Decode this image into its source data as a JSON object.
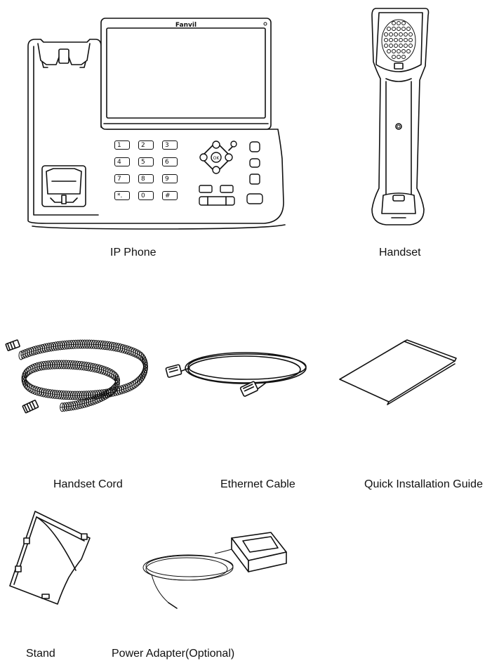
{
  "items": {
    "ip_phone": {
      "caption": "IP Phone",
      "brand": "Fanvil"
    },
    "handset": {
      "caption": "Handset"
    },
    "handset_cord": {
      "caption": "Handset Cord"
    },
    "ethernet_cable": {
      "caption": "Ethernet Cable"
    },
    "quick_guide": {
      "caption": "Quick Installation Guide"
    },
    "stand": {
      "caption": "Stand"
    },
    "power_adapter": {
      "caption": "Power Adapter(Optional)"
    }
  },
  "keypad": [
    "1",
    "2",
    "3",
    "4",
    "5",
    "6",
    "7",
    "8",
    "9",
    "*.",
    "0",
    "#"
  ],
  "colors": {
    "line": "#111111",
    "background": "#ffffff"
  }
}
